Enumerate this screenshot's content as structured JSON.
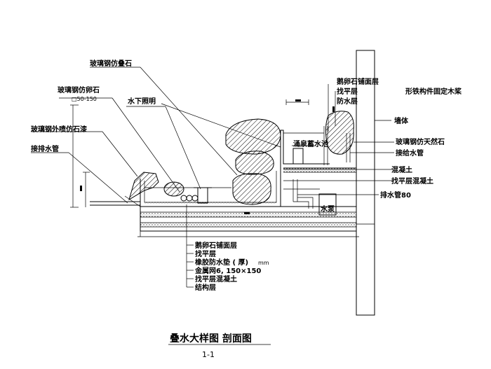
{
  "labels": {
    "glass_stacked_stone": "玻璃钢仿叠石",
    "glass_pebble": "玻璃钢仿卵石",
    "pebble_size": "□50-150",
    "underwater_light": "水下照明",
    "glass_stone_paint": "玻璃钢外喷仿石漆",
    "drain_pipe": "接排水管",
    "pebble_paving_right": "鹅卵石铺面层",
    "leveling_right": "找平层",
    "waterproof_right": "防水层",
    "steel_fixing": "形铁构件固定木桨",
    "wall": "墙体",
    "spring_pool": "涌泉蓄水池",
    "glass_natural_stone": "玻璃钢仿天然石",
    "supply_pipe": "接给水管",
    "concrete": "混凝土",
    "leveling_concrete_right": "找平层混凝土",
    "drain_pipe_80": "排水管80",
    "pump": "水泵",
    "layer_pebble": "鹅卵石铺面层",
    "layer_leveling": "找平层",
    "layer_rubber": "橡胶防水垫 (    厚)",
    "layer_rubber_unit": "mm",
    "layer_mesh": "金属网6, 150×150",
    "layer_leveling_concrete": "找平层混凝土",
    "layer_structure": "结构层",
    "title": "叠水大样图  剖面图",
    "subtitle": "1-1"
  },
  "colors": {
    "ink": "#000000",
    "paper": "#ffffff"
  }
}
